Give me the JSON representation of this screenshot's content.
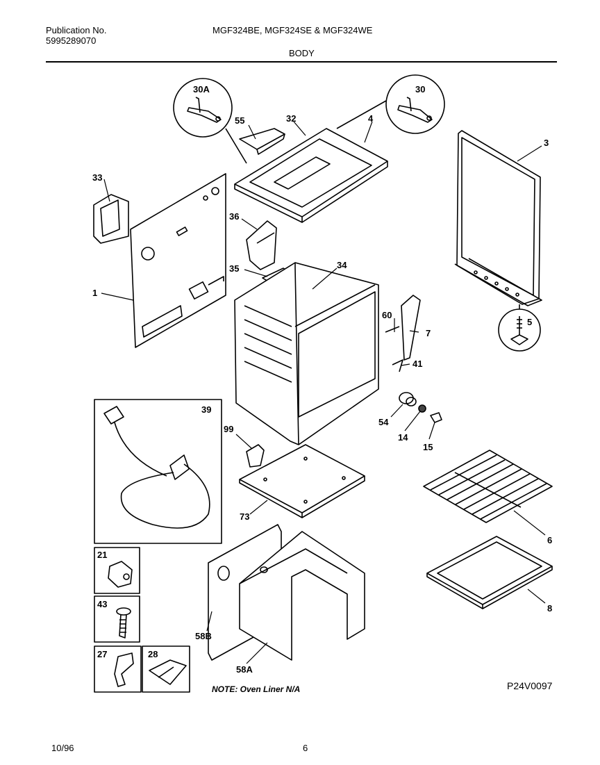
{
  "header": {
    "publication_label": "Publication No.",
    "publication_number": "5995289070",
    "models": "MGF324BE, MGF324SE & MGF324WE",
    "section": "BODY"
  },
  "callouts": {
    "c30A": "30A",
    "c30": "30",
    "c55": "55",
    "c32": "32",
    "c4": "4",
    "c3": "3",
    "c33": "33",
    "c36": "36",
    "c35": "35",
    "c34": "34",
    "c1": "1",
    "c60": "60",
    "c7": "7",
    "c5": "5",
    "c41": "41",
    "c39": "39",
    "c99": "99",
    "c54": "54",
    "c14": "14",
    "c15": "15",
    "c73": "73",
    "c6": "6",
    "c8": "8",
    "c21": "21",
    "c43": "43",
    "c27": "27",
    "c28": "28",
    "c58B": "58B",
    "c58A": "58A"
  },
  "note": "NOTE: Oven Liner N/A",
  "diagram_code": "P24V0097",
  "footer": {
    "date": "10/96",
    "page": "6"
  }
}
